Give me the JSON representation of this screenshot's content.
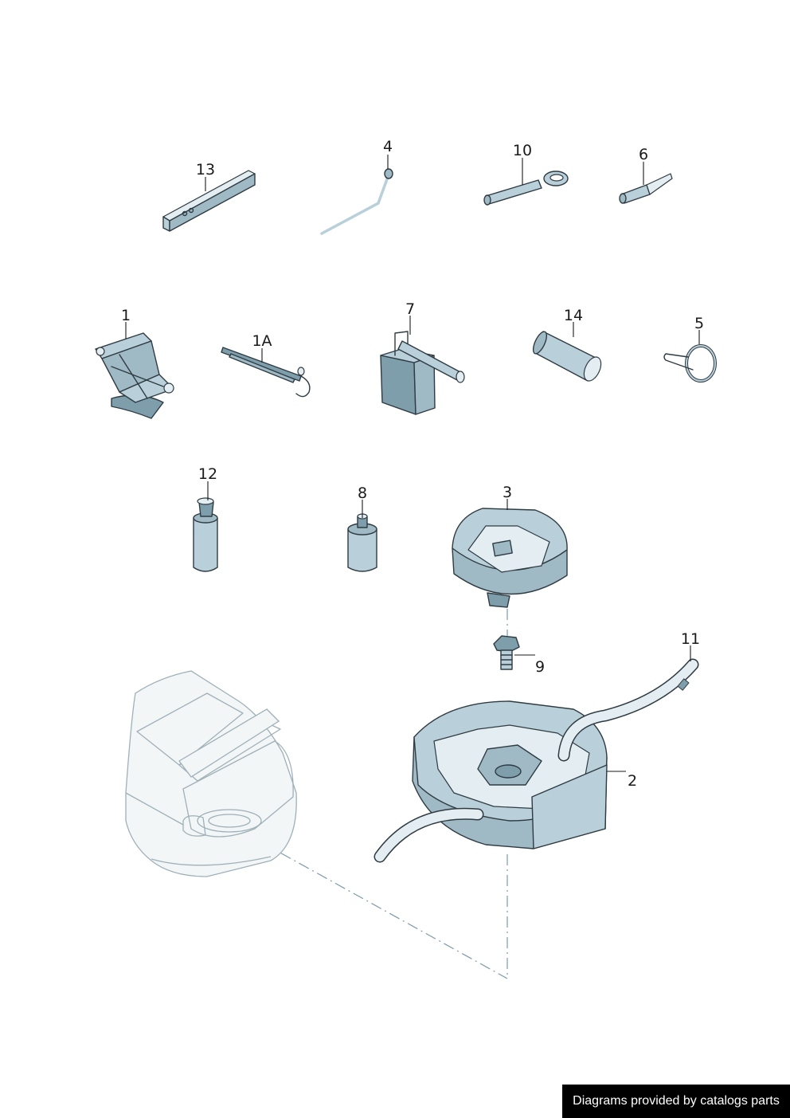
{
  "callouts": {
    "p13": "13",
    "p4": "4",
    "p10": "10",
    "p6": "6",
    "p1": "1",
    "p1A": "1A",
    "p7": "7",
    "p14": "14",
    "p5": "5",
    "p12": "12",
    "p8": "8",
    "p3": "3",
    "p9": "9",
    "p11": "11",
    "p2": "2"
  },
  "credit": "Diagrams provided by catalogs parts"
}
